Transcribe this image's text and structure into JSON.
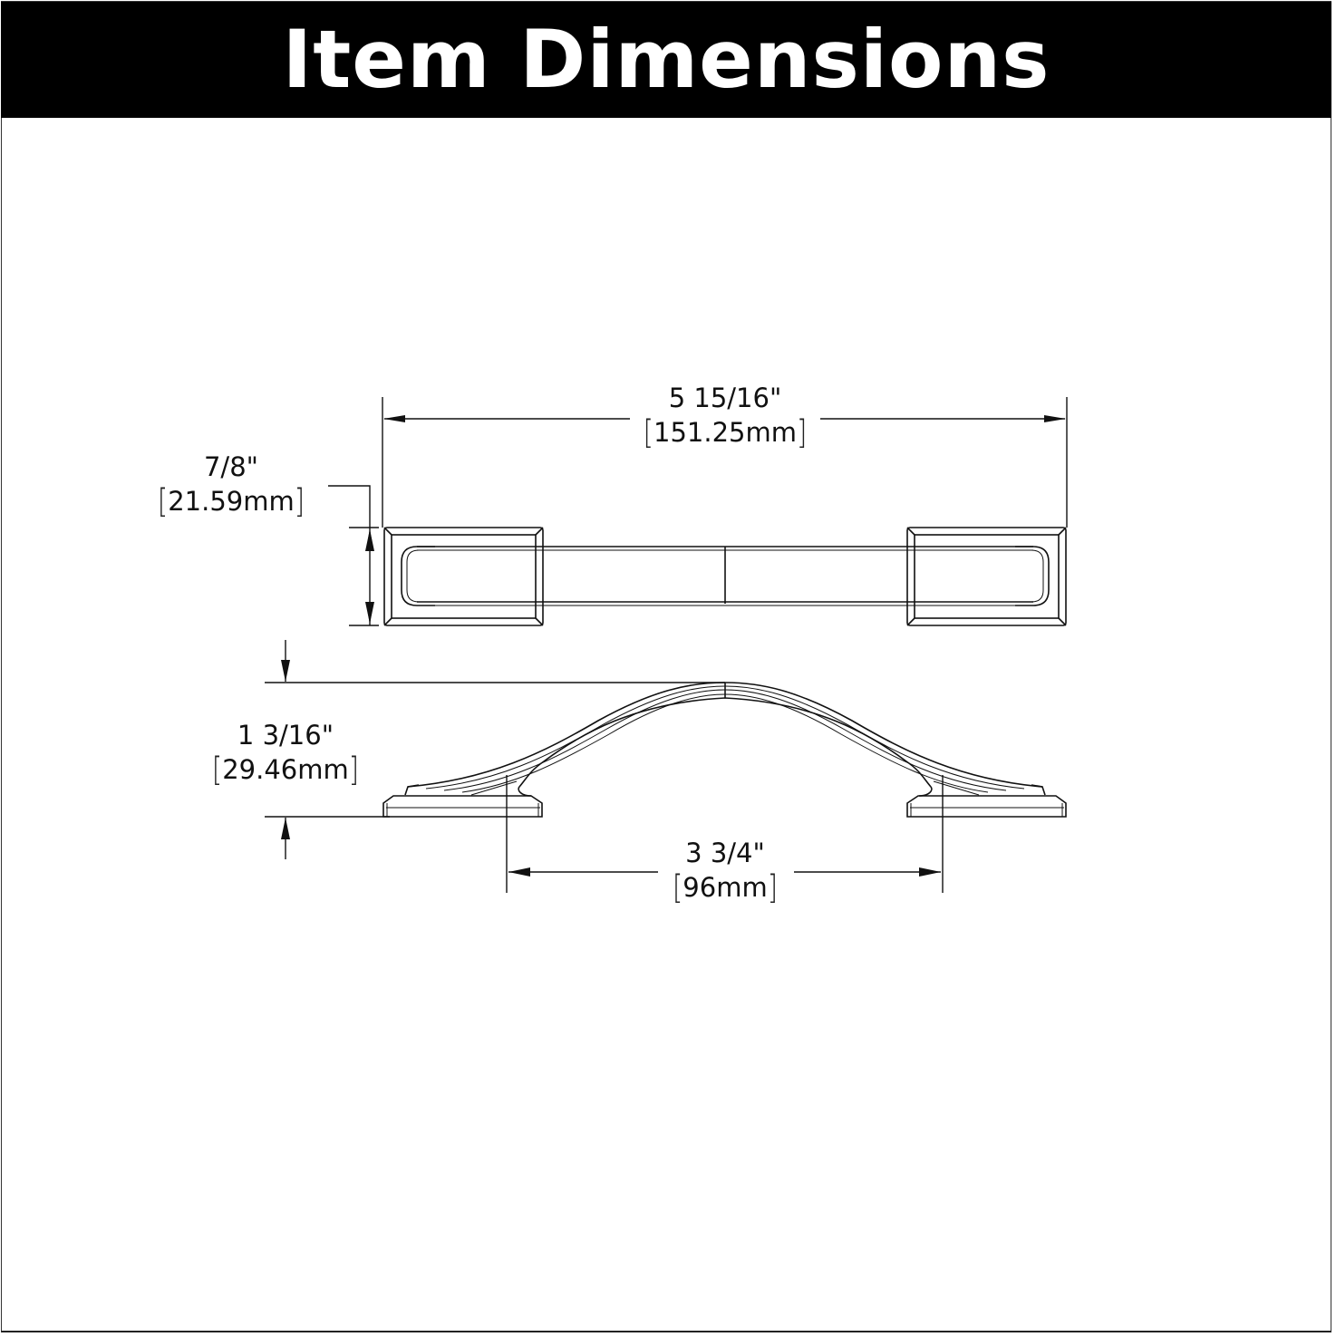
{
  "header": {
    "title": "Item Dimensions",
    "background": "#000000",
    "text_color": "#ffffff"
  },
  "drawing": {
    "subject": "cabinet-pull-handle",
    "views": [
      "top-view",
      "side-view"
    ],
    "line_color": "#111111"
  },
  "dimensions": {
    "overall_length": {
      "imperial": "5 15/16\"",
      "metric": "151.25mm"
    },
    "width": {
      "imperial": "7/8\"",
      "metric": "21.59mm"
    },
    "height": {
      "imperial": "1 3/16\"",
      "metric": "29.46mm"
    },
    "center_to_center": {
      "imperial": "3 3/4\"",
      "metric": "96mm"
    }
  }
}
